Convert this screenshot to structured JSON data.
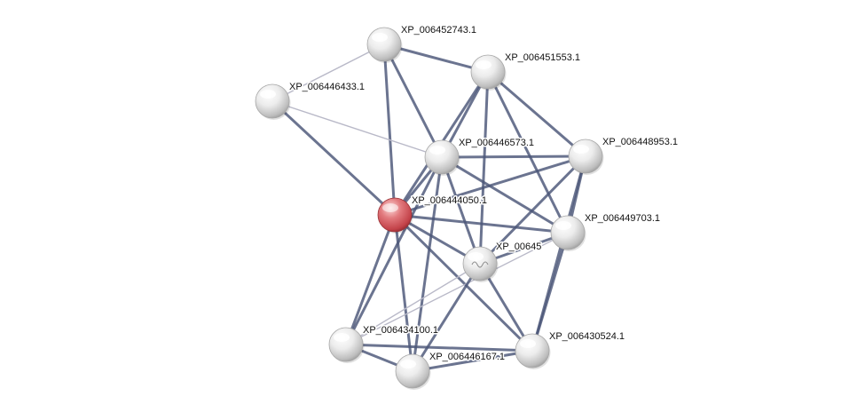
{
  "network": {
    "query_node": "XP_006444050.1",
    "query_color": "#d9545b",
    "node_color": "#e2e2e2",
    "edge_colors": {
      "strong": "#4b5577",
      "weak": "#b9b9c8"
    },
    "nodes": [
      {
        "id": "n0",
        "label": "XP_006452743.1",
        "query": false
      },
      {
        "id": "n1",
        "label": "XP_006451553.1",
        "query": false
      },
      {
        "id": "n2",
        "label": "XP_006446433.1",
        "query": false
      },
      {
        "id": "n3",
        "label": "XP_006446573.1",
        "query": false
      },
      {
        "id": "n4",
        "label": "XP_006448953.1",
        "query": false
      },
      {
        "id": "n5",
        "label": "XP_006444050.1",
        "query": true
      },
      {
        "id": "n6",
        "label": "XP_006449703.1",
        "query": false
      },
      {
        "id": "n7",
        "label": "XP_00645",
        "query": false
      },
      {
        "id": "n8",
        "label": "XP_006434100.1",
        "query": false
      },
      {
        "id": "n9",
        "label": "XP_006430524.1",
        "query": false
      },
      {
        "id": "n10",
        "label": "XP_006446167.1",
        "query": false
      }
    ],
    "edges": [
      {
        "from": "n0",
        "to": "n2",
        "weak": true
      },
      {
        "from": "n0",
        "to": "n1"
      },
      {
        "from": "n0",
        "to": "n5"
      },
      {
        "from": "n0",
        "to": "n3"
      },
      {
        "from": "n2",
        "to": "n5"
      },
      {
        "from": "n2",
        "to": "n3",
        "weak": true
      },
      {
        "from": "n1",
        "to": "n3"
      },
      {
        "from": "n1",
        "to": "n4"
      },
      {
        "from": "n1",
        "to": "n6"
      },
      {
        "from": "n1",
        "to": "n7"
      },
      {
        "from": "n1",
        "to": "n5"
      },
      {
        "from": "n3",
        "to": "n4"
      },
      {
        "from": "n3",
        "to": "n5"
      },
      {
        "from": "n3",
        "to": "n6"
      },
      {
        "from": "n3",
        "to": "n7"
      },
      {
        "from": "n3",
        "to": "n8"
      },
      {
        "from": "n3",
        "to": "n10"
      },
      {
        "from": "n4",
        "to": "n5"
      },
      {
        "from": "n4",
        "to": "n6"
      },
      {
        "from": "n4",
        "to": "n7"
      },
      {
        "from": "n4",
        "to": "n9"
      },
      {
        "from": "n5",
        "to": "n6"
      },
      {
        "from": "n5",
        "to": "n7"
      },
      {
        "from": "n5",
        "to": "n8"
      },
      {
        "from": "n5",
        "to": "n10"
      },
      {
        "from": "n5",
        "to": "n9"
      },
      {
        "from": "n6",
        "to": "n7"
      },
      {
        "from": "n6",
        "to": "n9"
      },
      {
        "from": "n6",
        "to": "n8",
        "weak": true
      },
      {
        "from": "n7",
        "to": "n8",
        "weak": true
      },
      {
        "from": "n7",
        "to": "n9"
      },
      {
        "from": "n7",
        "to": "n10"
      },
      {
        "from": "n8",
        "to": "n10"
      },
      {
        "from": "n8",
        "to": "n9"
      },
      {
        "from": "n10",
        "to": "n9"
      }
    ]
  }
}
